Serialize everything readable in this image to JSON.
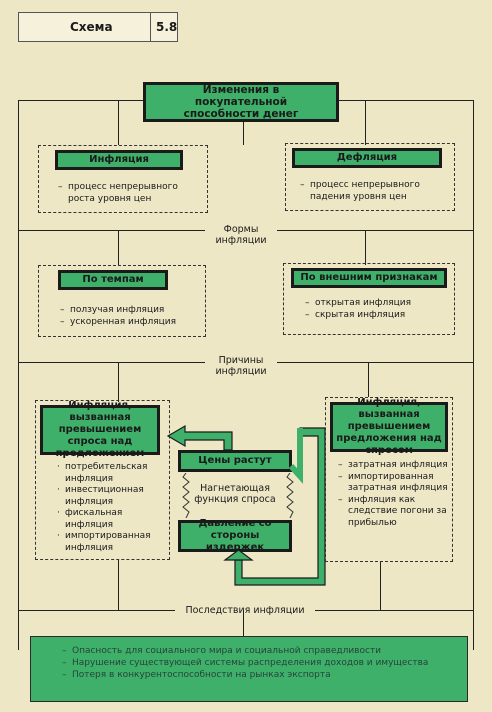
{
  "header": {
    "label": "Схема",
    "number": "5.8"
  },
  "top_box": "Изменения в покупательной способности денег",
  "forms_label": "Формы инфляции",
  "causes_label": "Причины инфляции",
  "consequences_label": "Последствия инфляции",
  "inflation": {
    "title": "Инфляция",
    "items": [
      "процесс непрерывного роста уровня цен"
    ]
  },
  "deflation": {
    "title": "Дефляция",
    "items": [
      "процесс непрерывного падения уровня цен"
    ]
  },
  "by_pace": {
    "title": "По темпам",
    "items": [
      "ползучая инфляция",
      "ускоренная инфляция"
    ]
  },
  "by_signs": {
    "title": "По внешним признакам",
    "items": [
      "открытая инфляция",
      "скрытая инфляция"
    ]
  },
  "demand_pull": {
    "title": "Инфляция, вызванная превышением спроса над предложением",
    "items": [
      "потребительская инфляция",
      "инвестиционная инфляция",
      "фискальная инфляция",
      "импортированная инфляция"
    ]
  },
  "cost_push": {
    "title": "Инфляция, вызванная превышением предложения над спросом",
    "items": [
      "затратная инфляция",
      "импортированная затратная инфляция",
      "инфляция как следствие погони за прибылью"
    ]
  },
  "prices_rise": "Цены растут",
  "pumping": "Нагнетающая функция спроса",
  "cost_pressure": "Давление со стороны издержек",
  "consequences": [
    "Опасность для социального мира и социальной справедливости",
    "Нарушение существующей системы распределения доходов и имущества",
    "Потеря в конкурентоспособности на рынках экспорта"
  ],
  "colors": {
    "green": "#3fb06a",
    "paper": "#ede7c6",
    "frame": "#222222"
  }
}
